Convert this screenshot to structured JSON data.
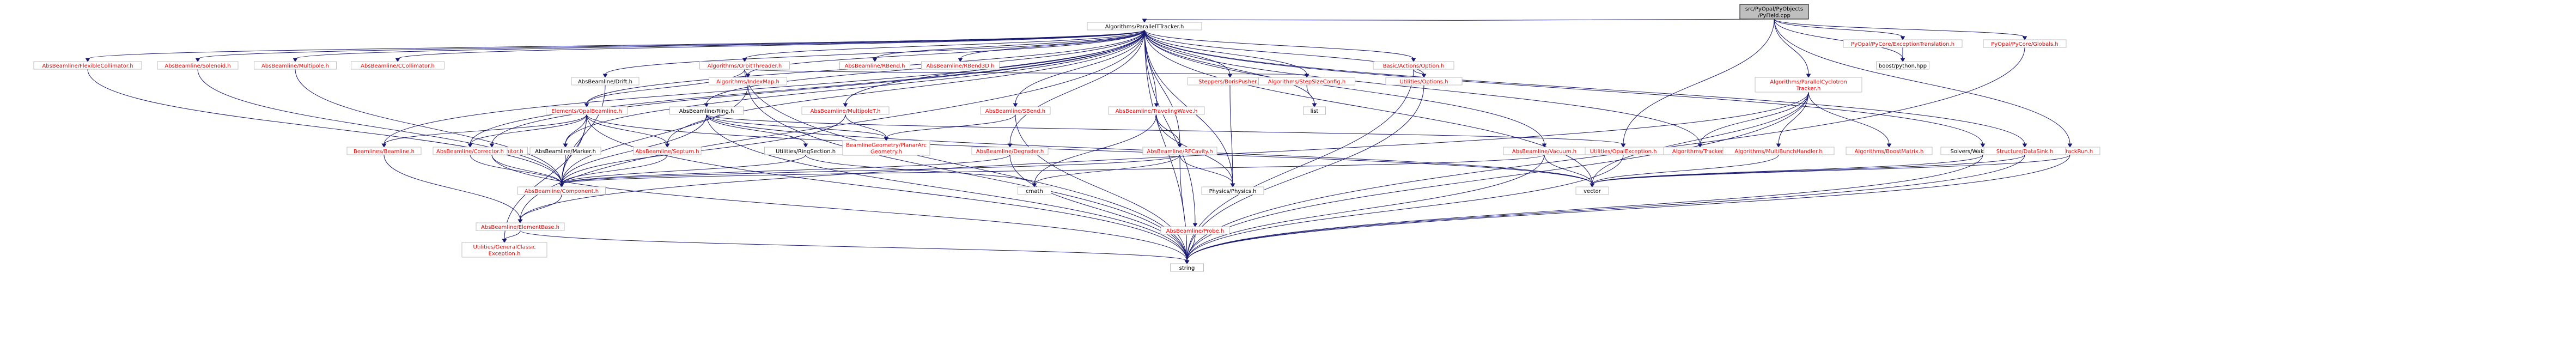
{
  "diagram": {
    "type": "include-dependency-graph",
    "nodes": [
      {
        "id": "root",
        "lines": [
          "src/PyOpal/PyObjects",
          "/PyField.cpp"
        ],
        "style": "root"
      },
      {
        "id": "pft",
        "lines": [
          "Algorithms/ParallelTTracker.h"
        ],
        "style": "black"
      },
      {
        "id": "pcet",
        "lines": [
          "PyOpal/PyCore/ExceptionTranslation.h"
        ],
        "style": "red"
      },
      {
        "id": "globals",
        "lines": [
          "PyOpal/PyCore/Globals.h"
        ],
        "style": "red"
      },
      {
        "id": "pct",
        "lines": [
          "Algorithms/ParallelCyclotron",
          "Tracker.h"
        ],
        "style": "red"
      },
      {
        "id": "oe",
        "lines": [
          "Utilities/OpalException.h"
        ],
        "style": "red"
      },
      {
        "id": "boost",
        "lines": [
          "boost/python.hpp"
        ],
        "style": "black"
      },
      {
        "id": "tpus",
        "lines": [
          "Track/TrackRun.h"
        ],
        "style": "red"
      },
      {
        "id": "flexcoll",
        "lines": [
          "AbsBeamline/FlexibleCollimator.h"
        ],
        "style": "red"
      },
      {
        "id": "solenoid",
        "lines": [
          "AbsBeamline/Solenoid.h"
        ],
        "style": "red"
      },
      {
        "id": "multipole",
        "lines": [
          "AbsBeamline/Multipole.h"
        ],
        "style": "red"
      },
      {
        "id": "ccoll",
        "lines": [
          "AbsBeamline/CCollimator.h"
        ],
        "style": "red"
      },
      {
        "id": "orbit",
        "lines": [
          "Algorithms/OrbitThreader.h"
        ],
        "style": "red"
      },
      {
        "id": "rbend",
        "lines": [
          "AbsBeamline/RBend.h"
        ],
        "style": "red"
      },
      {
        "id": "rbend3d",
        "lines": [
          "AbsBeamline/RBend3D.h"
        ],
        "style": "red"
      },
      {
        "id": "option",
        "lines": [
          "Basic/Actions/Option.h"
        ],
        "style": "red"
      },
      {
        "id": "drift",
        "lines": [
          "AbsBeamline/Drift.h"
        ],
        "style": "black"
      },
      {
        "id": "indexmap",
        "lines": [
          "Algorithms/IndexMap.h"
        ],
        "style": "red"
      },
      {
        "id": "ring",
        "lines": [
          "AbsBeamline/Ring.h"
        ],
        "style": "black"
      },
      {
        "id": "multipolet",
        "lines": [
          "AbsBeamline/MultipoleT.h"
        ],
        "style": "red"
      },
      {
        "id": "sbend",
        "lines": [
          "AbsBeamline/SBend.h"
        ],
        "style": "red"
      },
      {
        "id": "twave",
        "lines": [
          "AbsBeamline/TravelingWave.h"
        ],
        "style": "red"
      },
      {
        "id": "stepper",
        "lines": [
          "Steppers/BorisPusher.h"
        ],
        "style": "red"
      },
      {
        "id": "stepcfg",
        "lines": [
          "Algorithms/StepSizeConfig.h"
        ],
        "style": "red"
      },
      {
        "id": "options",
        "lines": [
          "Utilities/Options.h"
        ],
        "style": "red"
      },
      {
        "id": "vacuum",
        "lines": [
          "AbsBeamline/Vacuum.h"
        ],
        "style": "red"
      },
      {
        "id": "elemb",
        "lines": [
          "Elements/OpalBeamline.h"
        ],
        "style": "red"
      },
      {
        "id": "monitor",
        "lines": [
          "AbsBeamline/Monitor.h"
        ],
        "style": "red"
      },
      {
        "id": "marker",
        "lines": [
          "AbsBeamline/Marker.h"
        ],
        "style": "black"
      },
      {
        "id": "ringsec",
        "lines": [
          "Utilities/RingSection.h"
        ],
        "style": "black"
      },
      {
        "id": "bgeom",
        "lines": [
          "BeamlineGeometry/PlanarArc",
          "Geometry.h"
        ],
        "style": "red"
      },
      {
        "id": "degrader",
        "lines": [
          "AbsBeamline/Degrader.h"
        ],
        "style": "red"
      },
      {
        "id": "rfcav",
        "lines": [
          "AbsBeamline/RFCavity.h"
        ],
        "style": "red"
      },
      {
        "id": "list",
        "lines": [
          "list"
        ],
        "style": "black"
      },
      {
        "id": "beamlines",
        "lines": [
          "Beamlines/Beamline.h"
        ],
        "style": "red"
      },
      {
        "id": "corrector",
        "lines": [
          "AbsBeamline/Corrector.h"
        ],
        "style": "red"
      },
      {
        "id": "septum",
        "lines": [
          "AbsBeamline/Septum.h"
        ],
        "style": "red"
      },
      {
        "id": "cmath",
        "lines": [
          "cmath"
        ],
        "style": "black"
      },
      {
        "id": "physics",
        "lines": [
          "Physics/Physics.h"
        ],
        "style": "black"
      },
      {
        "id": "absc",
        "lines": [
          "AbsBeamline/Component.h"
        ],
        "style": "red"
      },
      {
        "id": "vector",
        "lines": [
          "vector"
        ],
        "style": "black"
      },
      {
        "id": "probe",
        "lines": [
          "AbsBeamline/Probe.h"
        ],
        "style": "red"
      },
      {
        "id": "elembase",
        "lines": [
          "AbsBeamline/ElementBase.h"
        ],
        "style": "red"
      },
      {
        "id": "gce",
        "lines": [
          "Utilities/GeneralClassic",
          "Exception.h"
        ],
        "style": "red"
      },
      {
        "id": "string",
        "lines": [
          "string"
        ],
        "style": "black"
      },
      {
        "id": "tracker",
        "lines": [
          "Algorithms/Tracker.h"
        ],
        "style": "red"
      },
      {
        "id": "mbh",
        "lines": [
          "Algorithms/MultiBunchHandler.h"
        ],
        "style": "red"
      },
      {
        "id": "boostm",
        "lines": [
          "Algorithms/BoostMatrix.h"
        ],
        "style": "red"
      },
      {
        "id": "wake",
        "lines": [
          "Solvers/WakeFunction.h"
        ],
        "style": "black"
      },
      {
        "id": "datasink",
        "lines": [
          "Structure/DataSink.h"
        ],
        "style": "red"
      }
    ]
  }
}
